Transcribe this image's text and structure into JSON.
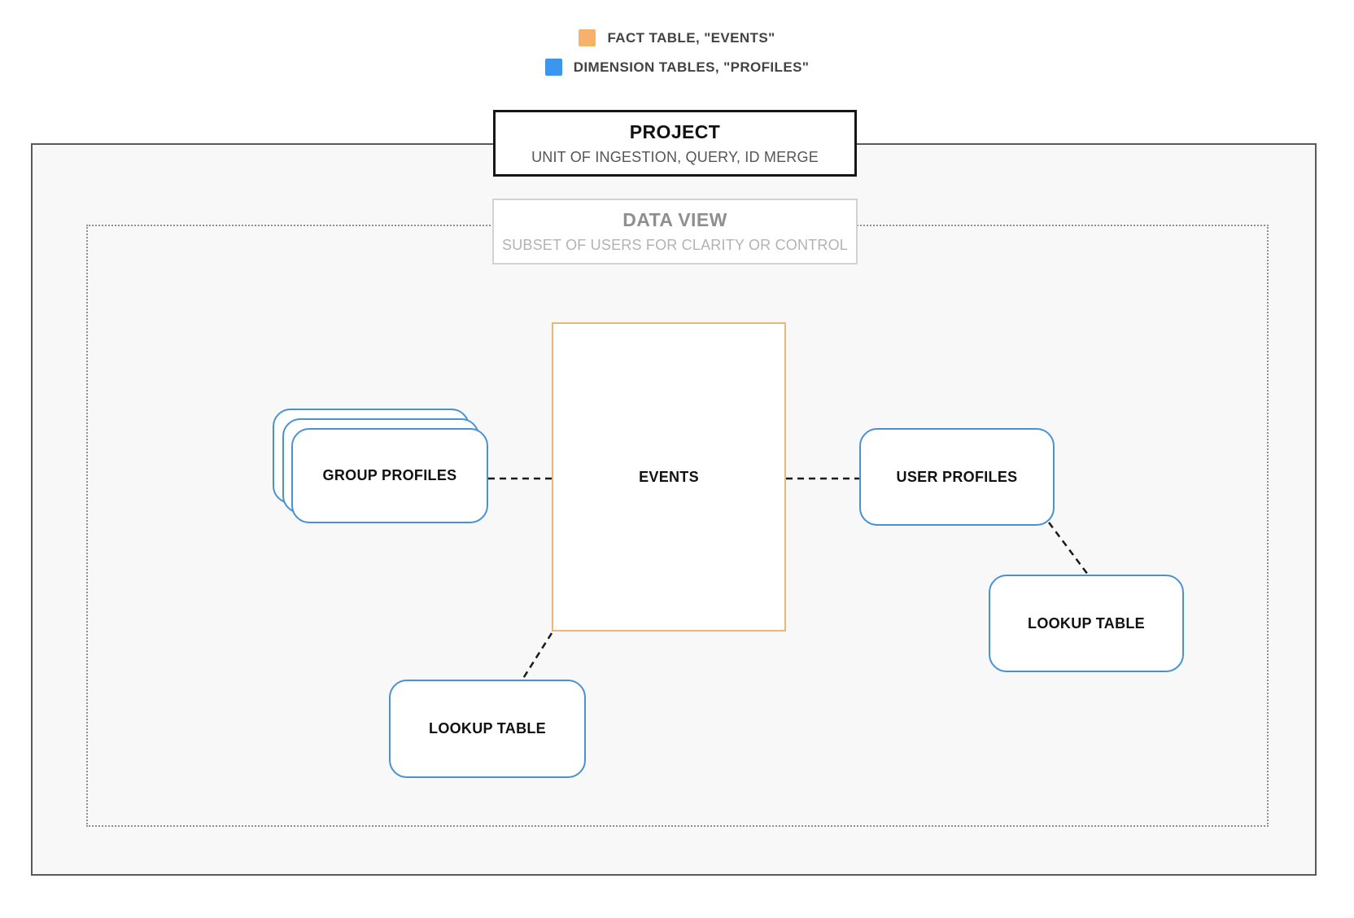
{
  "legend": {
    "items": [
      {
        "label": "FACT TABLE, \"EVENTS\"",
        "color": "#F6B26B"
      },
      {
        "label": "DIMENSION TABLES, \"PROFILES\"",
        "color": "#3D96EE"
      }
    ]
  },
  "project": {
    "title": "PROJECT",
    "subtitle": "UNIT OF INGESTION, QUERY, ID MERGE"
  },
  "data_view": {
    "title": "DATA VIEW",
    "subtitle": "SUBSET OF USERS FOR CLARITY OR CONTROL"
  },
  "diagram": {
    "nodes": {
      "events": {
        "label": "EVENTS",
        "role": "fact table"
      },
      "group_profiles": {
        "label": "GROUP PROFILES",
        "role": "dimension table",
        "stacked": true
      },
      "user_profiles": {
        "label": "USER PROFILES",
        "role": "dimension table"
      },
      "lookup_right": {
        "label": "LOOKUP TABLE",
        "role": "dimension table"
      },
      "lookup_bottom": {
        "label": "LOOKUP TABLE",
        "role": "dimension table"
      }
    },
    "edges": [
      {
        "from": "group_profiles",
        "to": "events",
        "style": "dashed"
      },
      {
        "from": "events",
        "to": "user_profiles",
        "style": "dashed"
      },
      {
        "from": "user_profiles",
        "to": "lookup_right",
        "style": "dashed"
      },
      {
        "from": "events",
        "to": "lookup_bottom",
        "style": "dashed"
      }
    ],
    "colors": {
      "fact_border": "#EAB77B",
      "dimension_border": "#4A91D4",
      "edge": "#1A1A1A"
    }
  }
}
